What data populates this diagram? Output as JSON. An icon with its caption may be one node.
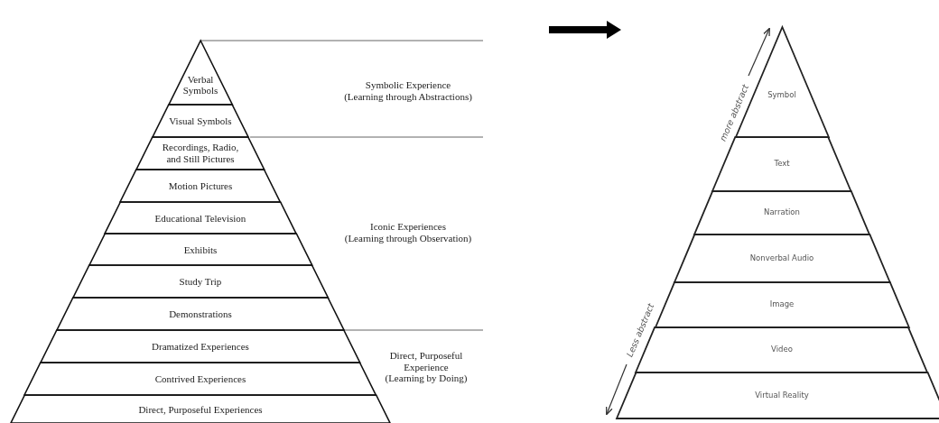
{
  "diagram": {
    "nodes": [
      {
        "text": [
          "Verbal Symbols"
        ]
      },
      {
        "text": [
          "Visual Symbols"
        ]
      },
      {
        "text": [
          "Recordings, Radio, and Still Pictures"
        ]
      },
      {
        "text": [
          "Motion Pictures"
        ]
      },
      {
        "text": [
          "Educational Television"
        ]
      },
      {
        "text": [
          "Exhibits"
        ]
      },
      {
        "text": [
          "Study Trip"
        ]
      },
      {
        "text": [
          "Demonstrations"
        ]
      },
      {
        "text": [
          "Dramatized Experiences"
        ]
      },
      {
        "text": [
          "Contrived Experiences"
        ]
      },
      {
        "text": [
          "Direct, Purposeful Experiences"
        ]
      },
      {
        "text": [
          "Symbol"
        ]
      },
      {
        "text": [
          "Text"
        ]
      },
      {
        "text": [
          "Narration"
        ]
      },
      {
        "text": [
          "Nonverbal Audio"
        ]
      },
      {
        "text": [
          "Image"
        ]
      },
      {
        "text": [
          "Video"
        ]
      },
      {
        "text": [
          "Virtual Reality"
        ]
      }
    ],
    "labels": [
      "Symbolic Experience (Learning through Abstractions)",
      "Iconic Experiences (Learning through Observation)",
      "Direct, Purposeful Experience (Learning by Doing)",
      "more abstract",
      "Less abstract"
    ]
  }
}
